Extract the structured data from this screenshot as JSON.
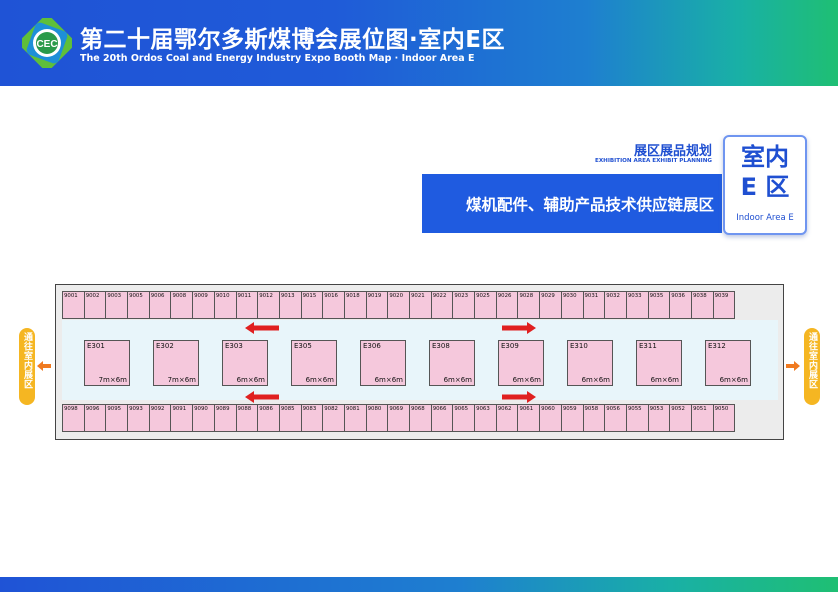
{
  "header": {
    "title_zh": "第二十届鄂尔多斯煤博会展位图·室内E区",
    "title_en": "The 20th Ordos Coal and Energy Industry Expo Booth Map · Indoor Area E",
    "logo_text": "CEC"
  },
  "info": {
    "title": "展区展品规划",
    "subtitle": "EXHIBITION AREA EXHIBIT PLANNING",
    "bar_text": "煤机配件、辅助产品技术供应链展区"
  },
  "badge": {
    "line1": "室内",
    "line2": "E 区",
    "en": "Indoor Area E"
  },
  "exits": {
    "left": "通往室内展区",
    "right": "通往室内展区"
  },
  "top_row": [
    "9001",
    "9002",
    "9003",
    "9005",
    "9006",
    "9008",
    "9009",
    "9010",
    "9011",
    "9012",
    "9013",
    "9015",
    "9016",
    "9018",
    "9019",
    "9020",
    "9021",
    "9022",
    "9023",
    "9025",
    "9026",
    "9028",
    "9029",
    "9030",
    "9031",
    "9032",
    "9033",
    "9035",
    "9036",
    "9038",
    "9039"
  ],
  "bottom_row": [
    "9098",
    "9096",
    "9095",
    "9093",
    "9092",
    "9091",
    "9090",
    "9089",
    "9088",
    "9086",
    "9085",
    "9083",
    "9082",
    "9081",
    "9080",
    "9069",
    "9068",
    "9066",
    "9065",
    "9063",
    "9062",
    "9061",
    "9060",
    "9059",
    "9058",
    "9056",
    "9055",
    "9053",
    "9052",
    "9051",
    "9050"
  ],
  "booths": [
    {
      "id": "E301",
      "size": "7m×6m"
    },
    {
      "id": "E302",
      "size": "7m×6m"
    },
    {
      "id": "E303",
      "size": "6m×6m"
    },
    {
      "id": "E305",
      "size": "6m×6m"
    },
    {
      "id": "E306",
      "size": "6m×6m"
    },
    {
      "id": "E308",
      "size": "6m×6m"
    },
    {
      "id": "E309",
      "size": "6m×6m"
    },
    {
      "id": "E310",
      "size": "6m×6m"
    },
    {
      "id": "E311",
      "size": "6m×6m"
    },
    {
      "id": "E312",
      "size": "6m×6m"
    }
  ],
  "colors": {
    "brand_blue": "#1f53d6",
    "brand_green": "#1fbf73",
    "booth_pink": "#f5c8dc",
    "arrow_red": "#e02020",
    "exit_orange": "#f5b622"
  }
}
